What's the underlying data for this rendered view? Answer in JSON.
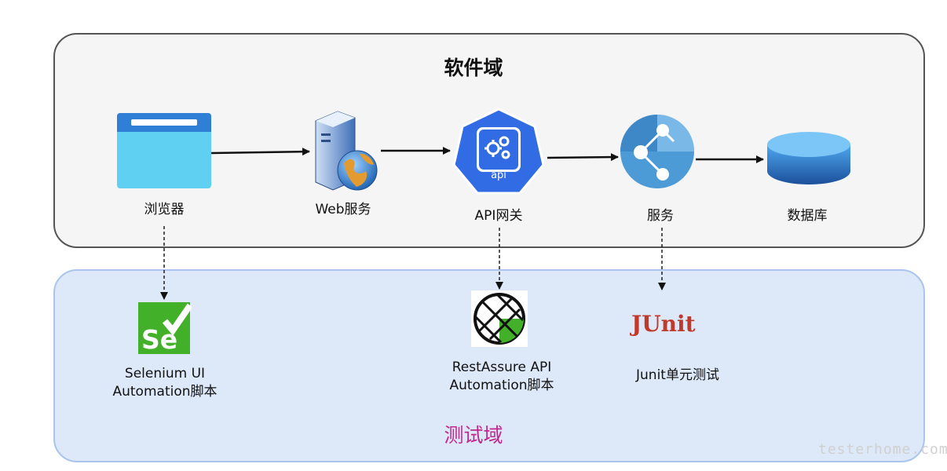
{
  "software_domain": {
    "title": "软件域"
  },
  "test_domain": {
    "title": "测试域"
  },
  "nodes": {
    "browser": "浏览器",
    "web_service": "Web服务",
    "api_gateway": "API网关",
    "service": "服务",
    "database": "数据库"
  },
  "api_icon_text": "api",
  "junit_logo": "JUnit",
  "tools": {
    "selenium": {
      "line1": "Selenium UI",
      "line2": "Automation脚本",
      "logo": "Se"
    },
    "restassure": {
      "line1": "RestAssure API",
      "line2": "Automation脚本"
    },
    "junit": {
      "label": "Junit单元测试"
    }
  },
  "watermark": "testerhome.com",
  "colors": {
    "test_title": "#c0288d",
    "browser": "#5fd0f2",
    "api": "#326ce5",
    "selenium": "#43b02a"
  }
}
